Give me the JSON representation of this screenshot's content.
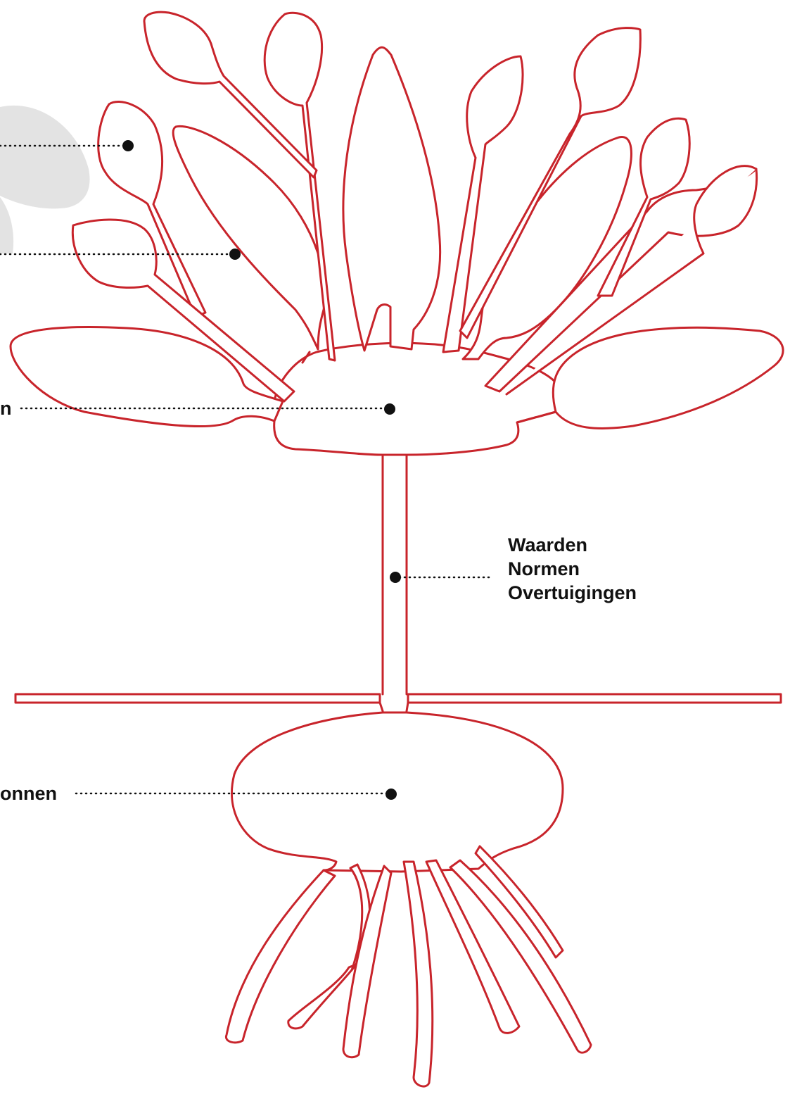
{
  "labels": {
    "flower_head": "n",
    "bulb": "onnen",
    "stem": [
      "Waarden",
      "Normen",
      "Overtuigingen"
    ]
  },
  "colors": {
    "outline": "#c8242b",
    "leader_lines": "#111111",
    "decoration": "#e3e3e3"
  }
}
